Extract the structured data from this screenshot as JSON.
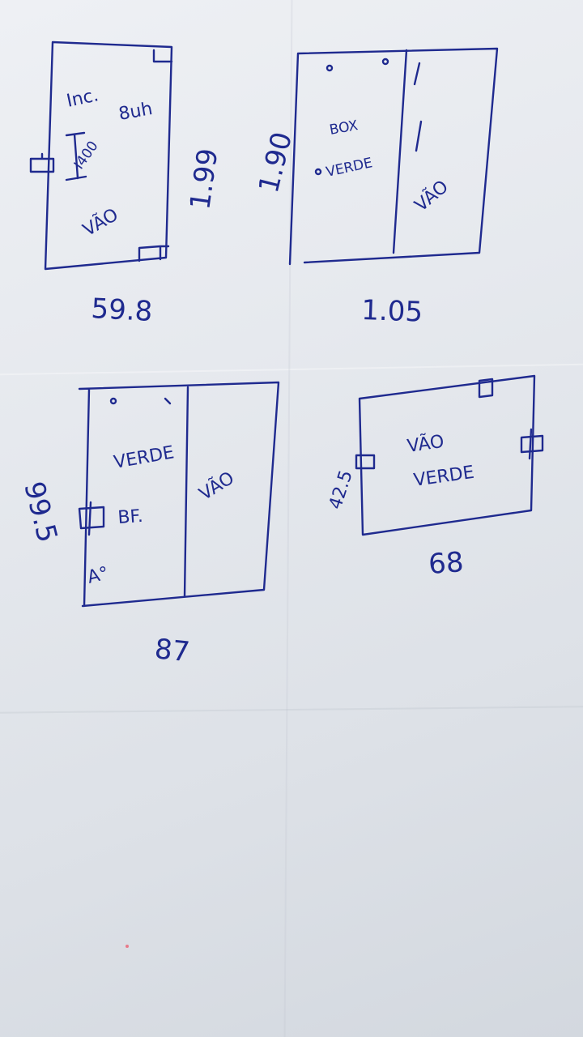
{
  "sketch_1": {
    "label_inc": "Inc.",
    "label_8uh": "8uh",
    "label_i400": "I400",
    "label_vao": "VÃO",
    "height": "1.99",
    "width": "59.8"
  },
  "sketch_2": {
    "label_box": "BOX",
    "label_verde": "VERDE",
    "label_vao": "VÃO",
    "height": "1.90",
    "width": "1.05"
  },
  "sketch_3": {
    "label_verde": "VERDE",
    "label_bf": "BF.",
    "label_ao": "A°",
    "label_vao": "VÃO",
    "height": "99.5",
    "width": "87"
  },
  "sketch_4": {
    "label_vao": "VÃO",
    "label_verde": "VERDE",
    "height": "42.5",
    "width": "68"
  }
}
